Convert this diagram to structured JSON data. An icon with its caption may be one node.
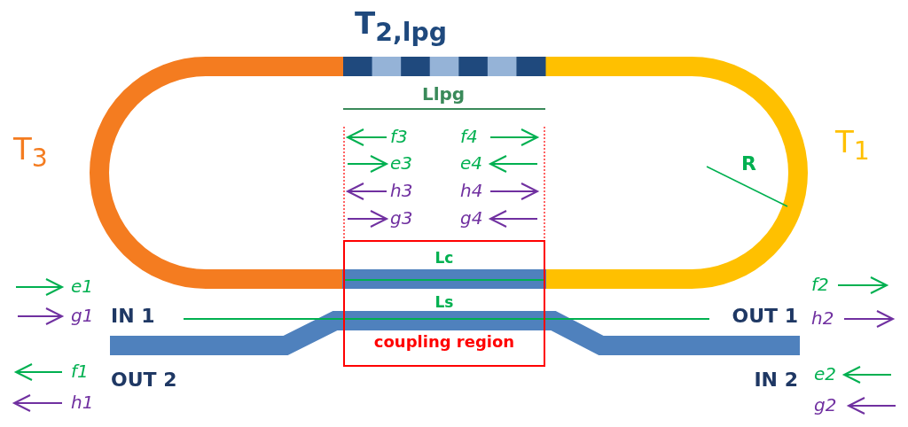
{
  "diagram": {
    "nodes": [
      {
        "text": [
          "Lc",
          "Ls",
          "coupling region"
        ]
      }
    ],
    "labels": [
      "T$_{2,lpg}$",
      "Llpg",
      "T$_{3}$",
      "T$_{1}$",
      "f3",
      "f4",
      "e3",
      "e4",
      "h3",
      "h4",
      "g3",
      "g4",
      "R",
      "e1",
      "f2",
      "g1",
      "IN 1",
      "OUT 1",
      "h2",
      "f1",
      "OUT 2",
      "IN 2",
      "e2",
      "h1",
      "g2"
    ]
  }
}
